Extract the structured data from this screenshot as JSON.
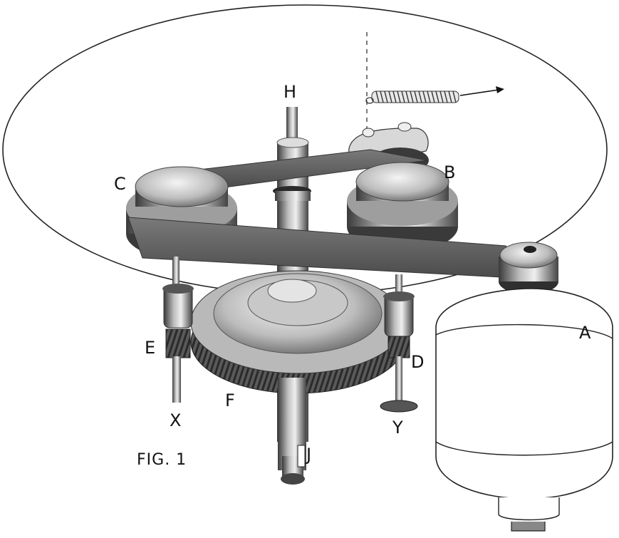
{
  "figure": {
    "caption": "FIG. 1",
    "labels": {
      "A": "A",
      "B": "B",
      "C": "C",
      "D": "D",
      "E": "E",
      "F": "F",
      "H": "H",
      "J": "J",
      "X": "X",
      "Y": "Y"
    }
  },
  "colors": {
    "ink": "#111111",
    "metal_dark": "#3c3c3c",
    "metal_mid": "#8a8a8a",
    "metal_light": "#d9d9d9",
    "motor_body": "#ffffff"
  }
}
